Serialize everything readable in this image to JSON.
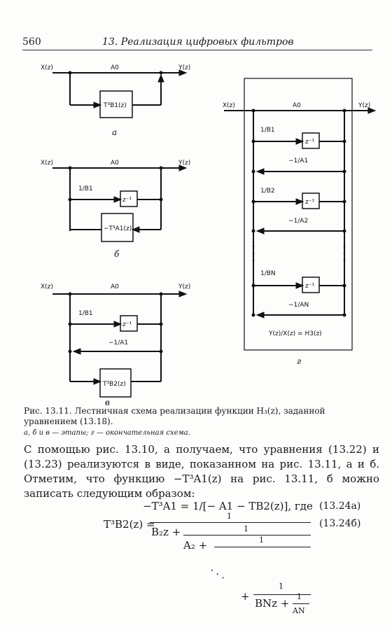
{
  "header": {
    "page_number": "560",
    "running_head": "13. Реализация цифровых фильтров"
  },
  "figure": {
    "input_label": "X(z)",
    "output_label": "Y(z)",
    "a0_label": "A0",
    "panel_a": {
      "label": "а",
      "box": "T³B1(z)"
    },
    "panel_b": {
      "label": "б",
      "gain": "1/B1",
      "delay": "z⁻¹",
      "box": "−T³A1(z)"
    },
    "panel_v": {
      "label": "в",
      "gain1": "1/B1",
      "delay": "z⁻¹",
      "gain2": "−1/A1",
      "box": "T³B2(z)"
    },
    "panel_g": {
      "label": "г",
      "gain1": "1/B1",
      "delay1": "z⁻¹",
      "gain1b": "−1/A1",
      "gain2": "1/B2",
      "delay2": "z⁻¹",
      "gain2b": "−1/A2",
      "gainN": "1/BN",
      "delayN": "z⁻¹",
      "gainNb": "−1/AN",
      "transfer": "Y(z)/X(z) = H3(z)"
    }
  },
  "caption": {
    "main": "Рис. 13.11. Лестничная схема реализации функции H₃(z), заданной уравнением (13.18).",
    "legend": "а, б и в — этапы; г — окончательная схема."
  },
  "body": {
    "paragraph": "С помощью рис. 13.10, а получаем, что уравнения (13.22) и (13.23) реализуются в виде, показанном на рис. 13.11, а и б. Отметим, что функцию −T³A1(z) на рис. 13.11, б можно записать следующим образом:"
  },
  "equations": {
    "eq_a": "−T³A1 = 1/[− A1 − TB2(z)],  где",
    "eq_a_num": "(13.24а)",
    "eq_b_lhs": "T³B2(z) =",
    "eq_b_num": "(13.24б)",
    "cf": {
      "one": "1",
      "l1": "B₂z +",
      "l2": "A₂ +",
      "dots": "·  ·  ·",
      "last_plus": "+",
      "ln": "BNz +",
      "an": "AN"
    }
  }
}
